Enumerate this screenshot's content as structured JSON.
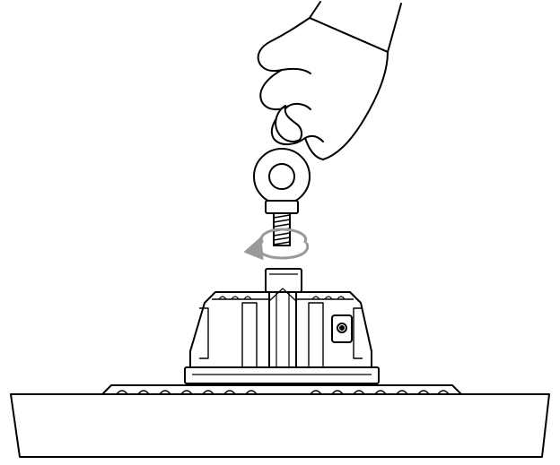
{
  "diagram": {
    "steps": [
      {
        "name": "hand",
        "icon": "hand-icon"
      },
      {
        "name": "eye-bolt",
        "icon": "eye-bolt-icon"
      },
      {
        "name": "rotation",
        "icon": "rotate-clockwise-icon"
      },
      {
        "name": "fixture",
        "icon": "high-bay-light-icon"
      }
    ],
    "colors": {
      "line": "#000000",
      "fill": "#ffffff",
      "accent": "#9a9a9a"
    }
  }
}
